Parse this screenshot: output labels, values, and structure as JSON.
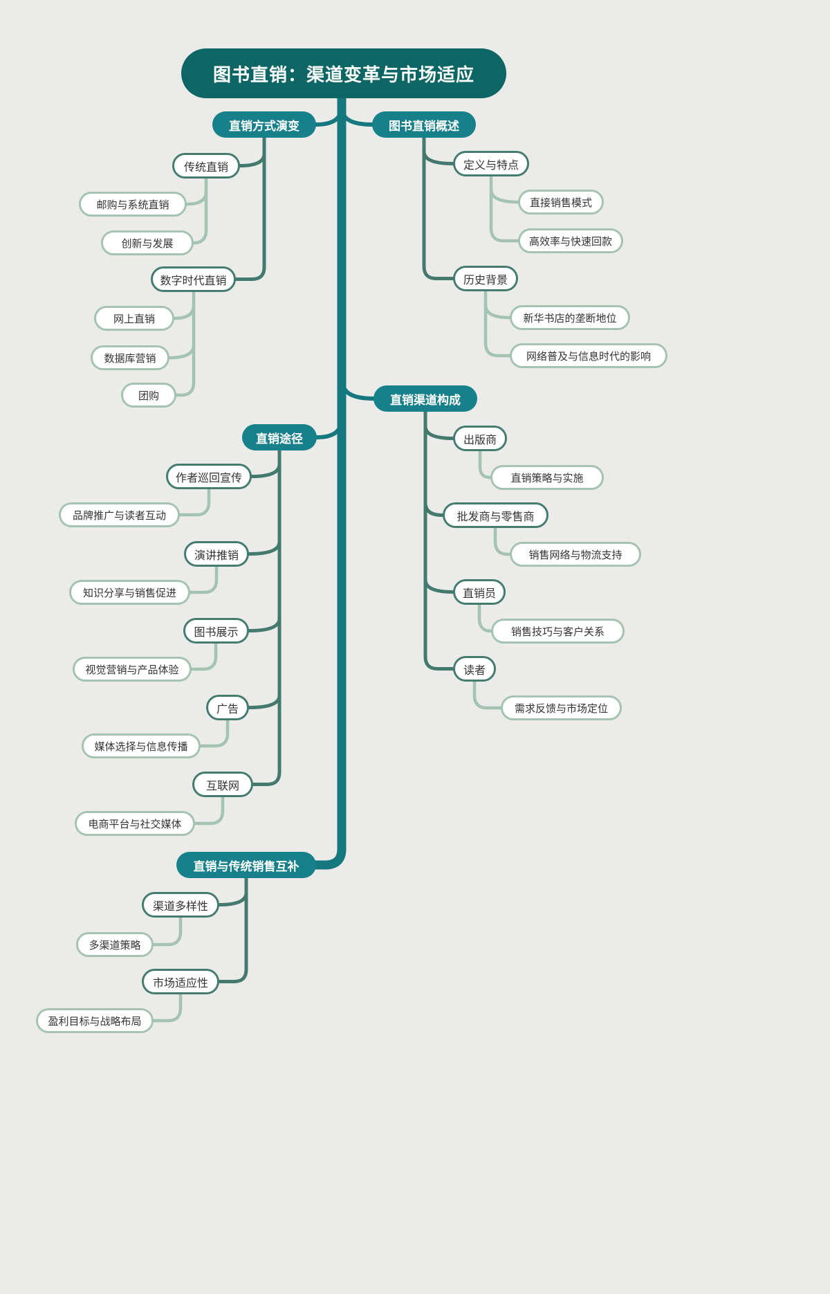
{
  "colors": {
    "background": "#ebebe9",
    "root_fill": "#0d6564",
    "branch_fill": "#17808a",
    "trunk_line": "#15787f",
    "level2_line": "#44796d",
    "level3_line": "#a4c3b2",
    "node_text_dark": "#333333",
    "node_text_light": "#ffffff"
  },
  "root": {
    "label": "图书直销：渠道变革与市场适应"
  },
  "branches": [
    {
      "label": "直销方式演变",
      "children": [
        {
          "label": "传统直销",
          "children": [
            {
              "label": "邮购与系统直销"
            },
            {
              "label": "创新与发展"
            }
          ]
        },
        {
          "label": "数字时代直销",
          "children": [
            {
              "label": "网上直销"
            },
            {
              "label": "数据库营销"
            },
            {
              "label": "团购"
            }
          ]
        }
      ]
    },
    {
      "label": "图书直销概述",
      "children": [
        {
          "label": "定义与特点",
          "children": [
            {
              "label": "直接销售模式"
            },
            {
              "label": "高效率与快速回款"
            }
          ]
        },
        {
          "label": "历史背景",
          "children": [
            {
              "label": "新华书店的垄断地位"
            },
            {
              "label": "网络普及与信息时代的影响"
            }
          ]
        }
      ]
    },
    {
      "label": "直销渠道构成",
      "children": [
        {
          "label": "出版商",
          "children": [
            {
              "label": "直销策略与实施"
            }
          ]
        },
        {
          "label": "批发商与零售商",
          "children": [
            {
              "label": "销售网络与物流支持"
            }
          ]
        },
        {
          "label": "直销员",
          "children": [
            {
              "label": "销售技巧与客户关系"
            }
          ]
        },
        {
          "label": "读者",
          "children": [
            {
              "label": "需求反馈与市场定位"
            }
          ]
        }
      ]
    },
    {
      "label": "直销途径",
      "children": [
        {
          "label": "作者巡回宣传",
          "children": [
            {
              "label": "品牌推广与读者互动"
            }
          ]
        },
        {
          "label": "演讲推销",
          "children": [
            {
              "label": "知识分享与销售促进"
            }
          ]
        },
        {
          "label": "图书展示",
          "children": [
            {
              "label": "视觉营销与产品体验"
            }
          ]
        },
        {
          "label": "广告",
          "children": [
            {
              "label": "媒体选择与信息传播"
            }
          ]
        },
        {
          "label": "互联网",
          "children": [
            {
              "label": "电商平台与社交媒体"
            }
          ]
        }
      ]
    },
    {
      "label": "直销与传统销售互补",
      "children": [
        {
          "label": "渠道多样性",
          "children": [
            {
              "label": "多渠道策略"
            }
          ]
        },
        {
          "label": "市场适应性",
          "children": [
            {
              "label": "盈利目标与战略布局"
            }
          ]
        }
      ]
    }
  ]
}
